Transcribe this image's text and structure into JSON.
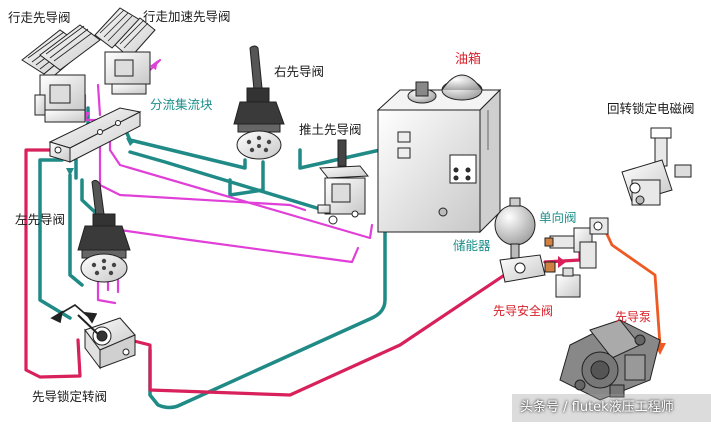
{
  "labels": {
    "travel_pilot": "行走先导阀",
    "travel_speed_pilot": "行走加速先导阀",
    "right_pilot": "右先导阀",
    "manifold": "分流集流块",
    "dozer_pilot": "推土先导阀",
    "left_pilot": "左先导阀",
    "tank": "油箱",
    "swing_lock_solenoid": "回转锁定电磁阀",
    "check_valve": "单向阀",
    "accumulator": "储能器",
    "pilot_safety_valve": "先导安全阀",
    "pilot_pump": "先导泵",
    "pilot_lock_valve": "先导锁定转阀"
  },
  "watermark": "头条号 / flutek液压工程师",
  "colors": {
    "teal_line": "#1f8a86",
    "magenta_line": "#e040d8",
    "crimson_line": "#d8205a",
    "orange_line": "#ee5a24",
    "label_teal": "#1f8f8a",
    "label_red": "#d8202a"
  }
}
